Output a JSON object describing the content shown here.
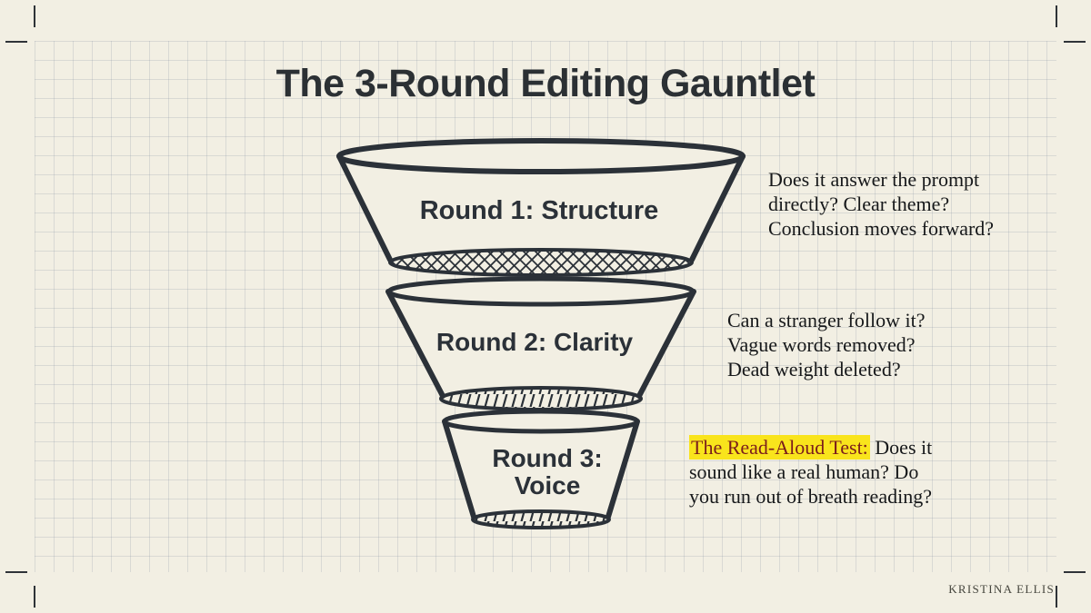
{
  "page": {
    "title": "The 3-Round Editing Gauntlet",
    "credit": "KRISTINA ELLIS"
  },
  "funnel": {
    "round1_label": "Round 1: Structure",
    "round2_label": "Round 2: Clarity",
    "round3_label_line1": "Round 3:",
    "round3_label_line2": "Voice"
  },
  "annotations": {
    "round1_lines": [
      "Does it answer the prompt",
      "directly? Clear theme?",
      "Conclusion moves forward?"
    ],
    "round2_lines": [
      "Can a stranger follow it?",
      "Vague words removed?",
      "Dead weight deleted?"
    ],
    "round3_highlight": "The Read-Aloud Test:",
    "round3_rest_lines": [
      " Does it",
      "sound like a real human? Do",
      "you run out of breath reading?"
    ]
  },
  "colors": {
    "paper": "#f2efe3",
    "grid_line": "#9fb0c0",
    "ink": "#2b3138",
    "highlight": "#f9e41c",
    "highlight_text": "#7a1c1c"
  }
}
